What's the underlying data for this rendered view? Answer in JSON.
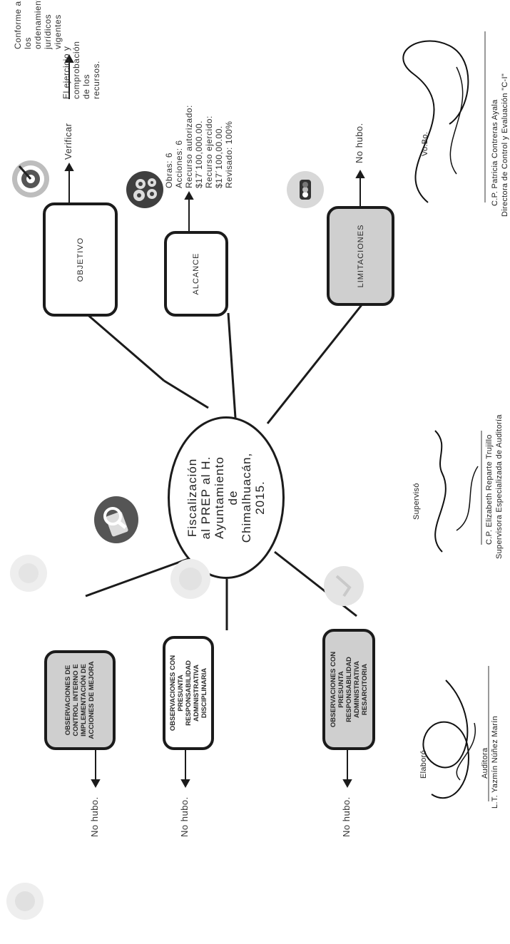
{
  "diagram": {
    "center": {
      "lines": [
        "Fiscalización",
        "al PREP al H.",
        "Ayuntamiento",
        "de",
        "Chimalhuacán,",
        "2015."
      ]
    },
    "boxes": {
      "objetivo": "OBJETIVO",
      "alcance": "ALCANCE",
      "limitaciones": "LIMITACIONES",
      "control_interno": [
        "OBSERVACIONES DE",
        "CONTROL INTERNO E",
        "IMPLEMENTACIÓN DE",
        "ACCIONES DE MEJORA"
      ],
      "disciplinaria": [
        "OBSERVACIONES CON",
        "PRESUNTA",
        "RESPONSABILIDAD",
        "ADMINISTRATIVA",
        "DISCIPLINARIA"
      ],
      "resarcitoria": [
        "OBSERVACIONES CON",
        "PRESUNTA",
        "RESPONSABILIDAD",
        "ADMINISTRATIVA",
        "RESARCITORIA"
      ]
    },
    "objetivo_detail": {
      "verificar": "Verificar",
      "purpose": [
        "El ejercicio y",
        "comprobación",
        "de los",
        "recursos."
      ],
      "conforme": [
        "Conforme a los",
        "ordenamientos",
        "jurídicos vigentes"
      ]
    },
    "alcance_detail": [
      "Obras: 6",
      "Acciones: 6",
      "Recurso autorizado:",
      "$17´100,000.00.",
      "Recurso ejercido:",
      "$17´100,00.00.",
      "Revisado: 100%"
    ],
    "limitaciones_detail": "No hubo.",
    "bottom_results": [
      "No hubo.",
      "No hubo.",
      "No hubo."
    ]
  },
  "signatures": {
    "elaboro": {
      "title": "Elaboró",
      "name": "L.T. Yazmín Núñez Marín",
      "role": "Auditora"
    },
    "superviso": {
      "title": "Supervisó",
      "name": "C.P. Elizabeth Reparte Trujillo",
      "role": "Supervisora Especializada de Auditoría"
    },
    "vobo": {
      "title": "Vo.Bo.",
      "name": "C.P. Patricia Contreras Ayala",
      "role": "Directora de Control y Evaluación \"C-I\""
    }
  },
  "icons": [
    "target-icon",
    "gears-icon",
    "traffic-light-icon",
    "money-magnifier-icon",
    "feedback-icon"
  ]
}
